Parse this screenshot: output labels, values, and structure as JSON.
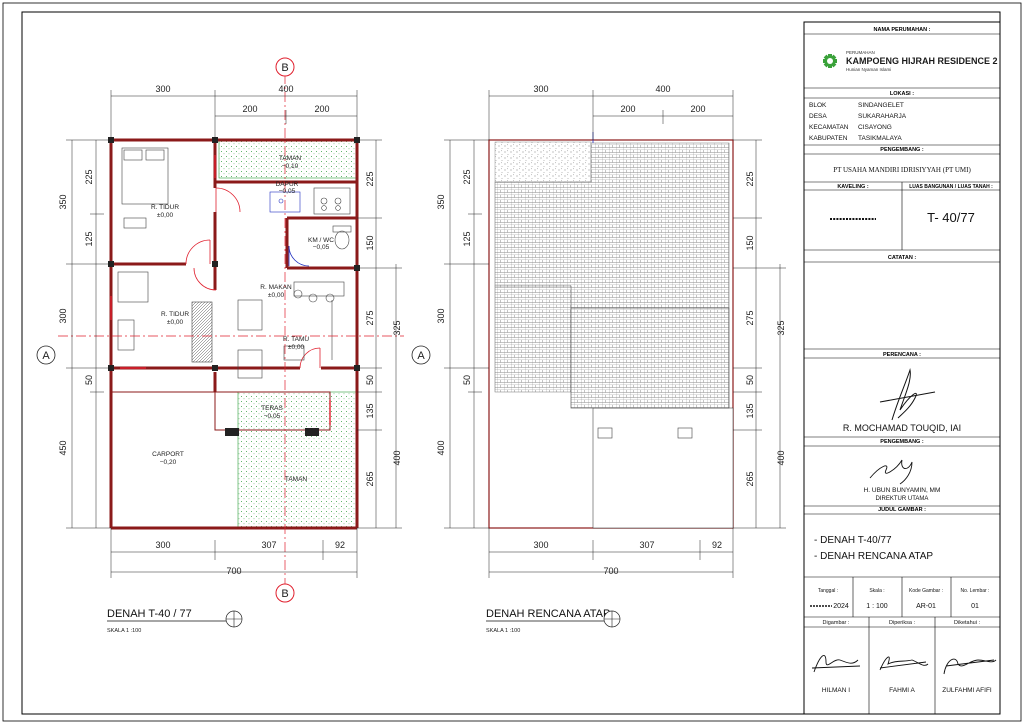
{
  "plan": {
    "title": "DENAH  T-40 / 77",
    "scale": "SKALA 1 :100",
    "grid_b": "B",
    "grid_a": "A",
    "dims_top": {
      "left": "300",
      "total_right": "400",
      "sub1": "200",
      "sub2": "200"
    },
    "dims_left": [
      "350",
      "225",
      "125",
      "300",
      "50",
      "450"
    ],
    "dims_right": [
      "225",
      "150",
      "275",
      "325",
      "50",
      "135",
      "265",
      "400"
    ],
    "dims_bottom": {
      "d1": "300",
      "d2": "307",
      "d3": "92",
      "total": "700"
    },
    "rooms": {
      "taman_top": "TAMAN",
      "taman_top_lvl": "−0,10",
      "dapur": "DAPUR",
      "dapur_lvl": "−0,05",
      "kmwc": "KM / WC",
      "kmwc_lvl": "−0,05",
      "tidur1": "R. TIDUR",
      "tidur1_lvl": "±0,00",
      "tidur2": "R. TIDUR",
      "tidur2_lvl": "±0,00",
      "makan": "R. MAKAN",
      "makan_lvl": "±0,00",
      "tamu": "R. TAMU",
      "tamu_lvl": "±0,00",
      "teras": "TERAS",
      "teras_lvl": "−0,05",
      "carport": "CARPORT",
      "carport_lvl": "−0,20",
      "taman_bot": "TAMAN"
    }
  },
  "roof": {
    "title": "DENAH RENCANA ATAP",
    "scale": "SKALA 1 :100",
    "dims_top": {
      "left": "300",
      "total_right": "400",
      "sub1": "200",
      "sub2": "200"
    },
    "dims_left": [
      "350",
      "225",
      "125",
      "300",
      "50",
      "400"
    ],
    "dims_right": [
      "225",
      "150",
      "275",
      "325",
      "50",
      "135",
      "265",
      "400"
    ],
    "dims_bottom": {
      "d1": "300",
      "d2": "307",
      "d3": "92",
      "total": "700"
    }
  },
  "titleblock": {
    "nama_perumahan_label": "NAMA PERUMAHAN :",
    "logo_small": "PERUMAHAN",
    "logo_name": "KAMPOENG HIJRAH RESIDENCE 2",
    "logo_tagline": "Hunian Nyaman Islami",
    "lokasi_label": "LOKASI :",
    "lokasi": [
      {
        "k": "BLOK",
        "v": "SINDANGELET"
      },
      {
        "k": "DESA",
        "v": "SUKARAHARJA"
      },
      {
        "k": "KECAMATAN",
        "v": "CISAYONG"
      },
      {
        "k": "KABUPATEN",
        "v": "TASIKMALAYA"
      }
    ],
    "pengembang_label": "PENGEMBANG :",
    "pengembang": "PT USAHA MANDIRI IDRISIYYAH (PT UMI)",
    "kaveling_label": "KAVELING :",
    "luas_label": "LUAS BANGUNAN / LUAS TANAH :",
    "luas_value": "T- 40/77",
    "catatan_label": "CATATAN :",
    "perencana_label": "PERENCANA :",
    "perencana_name": "R. MOCHAMAD TOUQID, IAI",
    "pengembang2_label": "PENGEMBANG :",
    "pengembang2_name": "H. UBUN BUNYAMIN, MM",
    "pengembang2_title": "DIREKTUR UTAMA",
    "judul_label": "JUDUL GAMBAR :",
    "judul_1": "- DENAH T-40/77",
    "judul_2": "- DENAH RENCANA ATAP",
    "tanggal_label": "Tanggal :",
    "tanggal_value": "2024",
    "skala_label": "Skala :",
    "skala_value": "1 : 100",
    "kode_label": "Kode Gambar :",
    "kode_value": "AR-01",
    "lembar_label": "No. Lembar :",
    "lembar_value": "01",
    "digambar_label": "Digambar :",
    "diperiksa_label": "Diperiksa :",
    "diketahui_label": "Diketahui :",
    "digambar_name": "HILMAN I",
    "diperiksa_name": "FAHMI A",
    "diketahui_name": "ZULFAHMI AFIFI"
  },
  "colors": {
    "wall": "#8b1a1a",
    "dim": "#222222",
    "axis": "#e0202e",
    "garden": "#2e9e3a",
    "logo": "#3aa23a"
  }
}
